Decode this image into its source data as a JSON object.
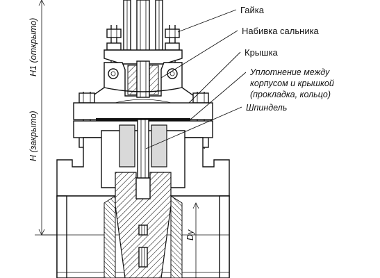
{
  "labels": {
    "nut": "Гайка",
    "gland_packing": "Набивка сальника",
    "bonnet": "Крышка",
    "seal_line1": "Уплотнение между",
    "seal_line2": "корпусом и крышкой",
    "seal_line3": "(прокладка, кольцо)",
    "spindle": "Шпиндель"
  },
  "dimensions": {
    "h1_open": "H1 (открыто)",
    "h_closed": "H (закрыто)",
    "dy": "Dy"
  }
}
